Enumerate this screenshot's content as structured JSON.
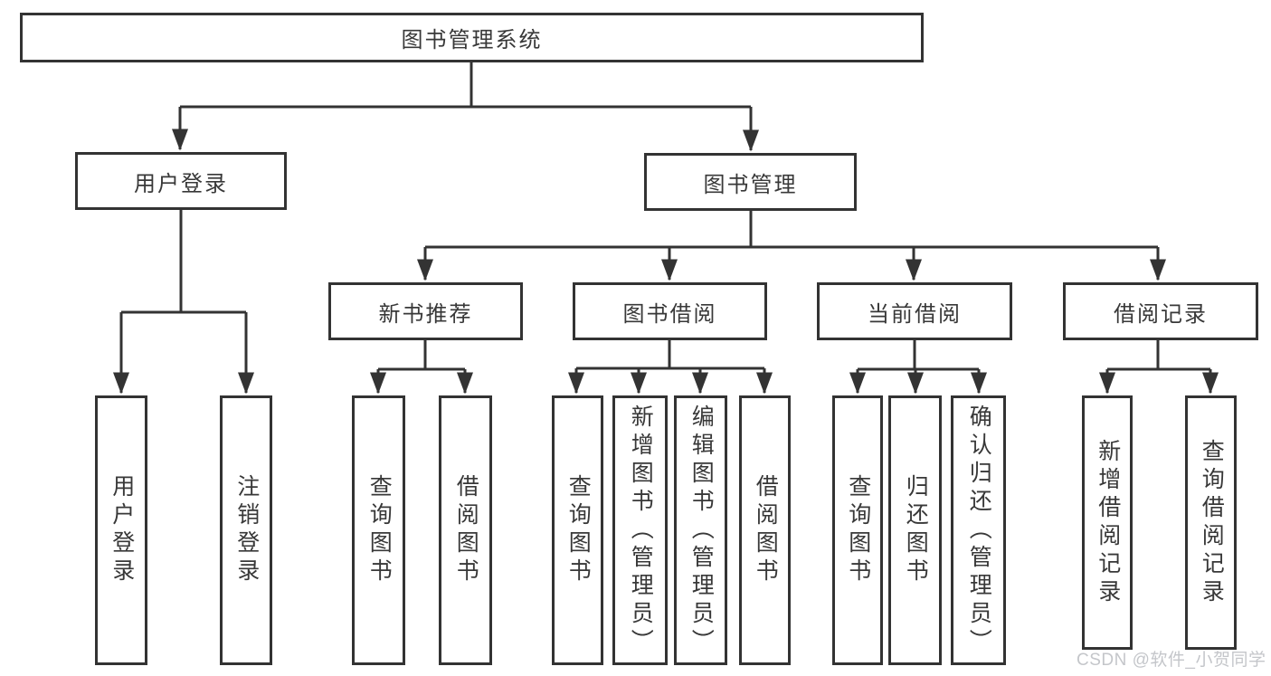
{
  "tree": {
    "root": {
      "label": "图书管理系统"
    },
    "branches": [
      {
        "label": "用户登录",
        "children": [
          {
            "label": "用户登录"
          },
          {
            "label": "注销登录"
          }
        ]
      },
      {
        "label": "图书管理",
        "children": [
          {
            "label": "新书推荐",
            "children": [
              {
                "label": "查询图书"
              },
              {
                "label": "借阅图书"
              }
            ]
          },
          {
            "label": "图书借阅",
            "children": [
              {
                "label": "查询图书"
              },
              {
                "label": "新增图书（管理员）"
              },
              {
                "label": "编辑图书（管理员）"
              },
              {
                "label": "借阅图书"
              }
            ]
          },
          {
            "label": "当前借阅",
            "children": [
              {
                "label": "查询图书"
              },
              {
                "label": "归还图书"
              },
              {
                "label": "确认归还（管理员）"
              }
            ]
          },
          {
            "label": "借阅记录",
            "children": [
              {
                "label": "新增借阅记录"
              },
              {
                "label": "查询借阅记录"
              }
            ]
          }
        ]
      }
    ]
  },
  "watermark": {
    "text": "CSDN @软件_小贺同学"
  },
  "colors": {
    "line": "#333333",
    "text": "#383838",
    "box_background": "#ffffff",
    "background": "#ffffff",
    "watermark": "#c4c6ca"
  }
}
